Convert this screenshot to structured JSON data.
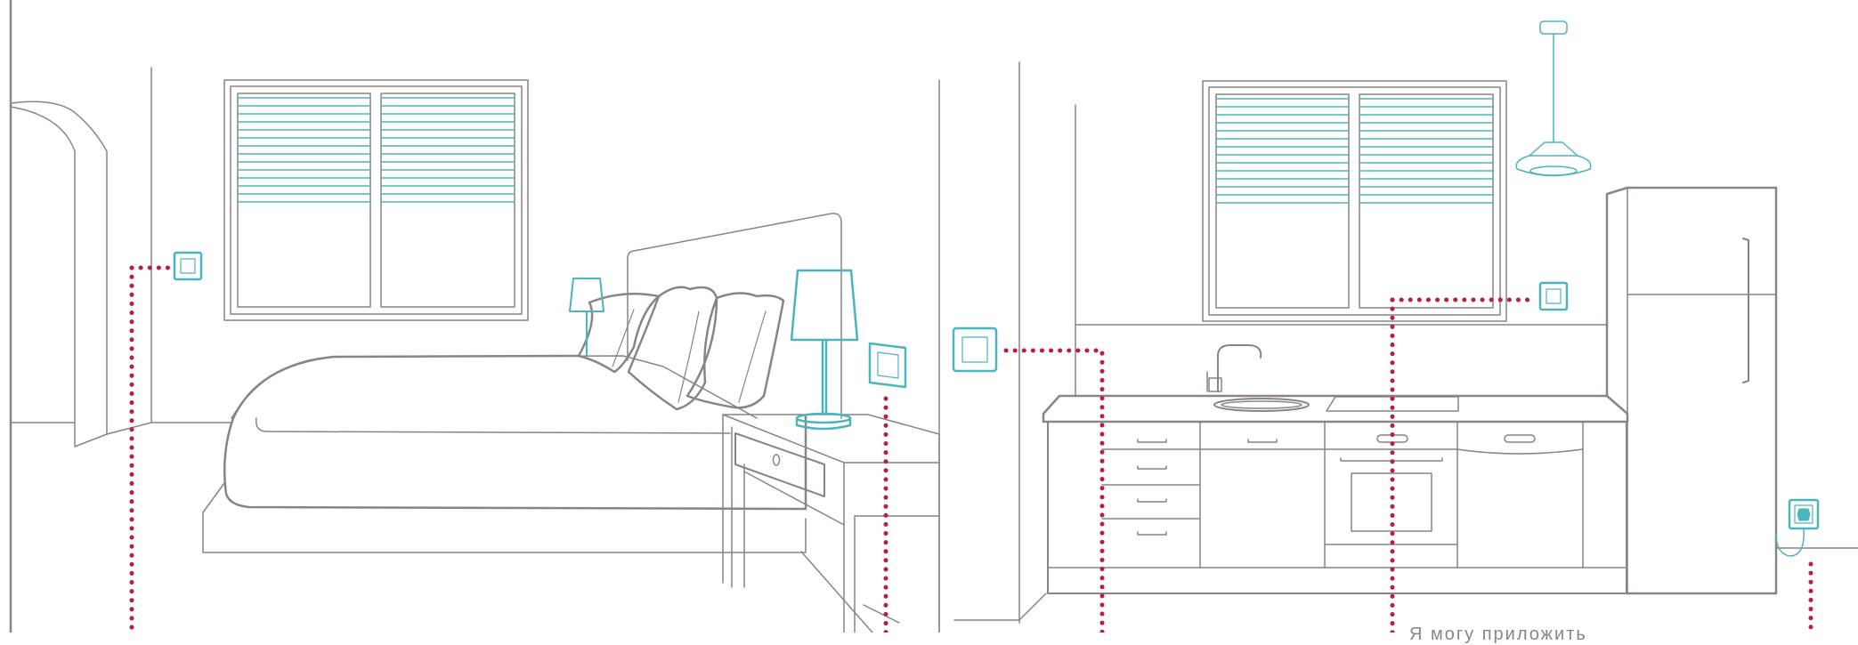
{
  "caption": "Я могу приложить",
  "colors": {
    "outline": "#8a8483",
    "accent": "#4ab5bd",
    "wiring": "#b5203e",
    "background": "#ffffff"
  },
  "rooms": [
    {
      "name": "bedroom",
      "items": [
        "arched-doorway",
        "window-blinds",
        "bed",
        "pillows",
        "bedside-table",
        "table-lamp",
        "small-lamp",
        "wall-switch",
        "wall-switch"
      ]
    },
    {
      "name": "kitchen",
      "items": [
        "window-blinds",
        "pendant-lamp",
        "kitchen-counter",
        "sink-faucet",
        "cooktop",
        "oven",
        "refrigerator",
        "wall-switch",
        "wall-switch",
        "wall-socket"
      ]
    }
  ]
}
